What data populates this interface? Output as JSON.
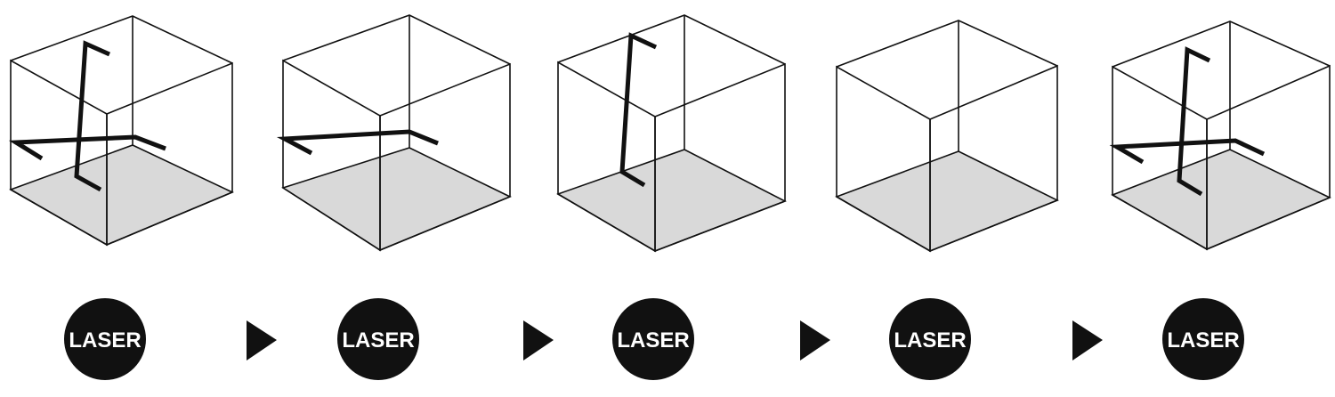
{
  "steps": [
    {
      "id": "1",
      "button_label": "LASER",
      "lines": [
        "horizontal",
        "vertical"
      ]
    },
    {
      "id": "2",
      "button_label": "LASER",
      "lines": [
        "horizontal"
      ]
    },
    {
      "id": "3",
      "button_label": "LASER",
      "lines": [
        "vertical"
      ]
    },
    {
      "id": "4",
      "button_label": "LASER",
      "lines": []
    },
    {
      "id": "5",
      "button_label": "LASER",
      "lines": [
        "horizontal",
        "vertical"
      ]
    }
  ],
  "colors": {
    "ink": "#111111",
    "floor": "#d9d9d9",
    "button_text": "#ffffff"
  },
  "icons": {
    "step_arrow": "triangle-right-icon"
  }
}
